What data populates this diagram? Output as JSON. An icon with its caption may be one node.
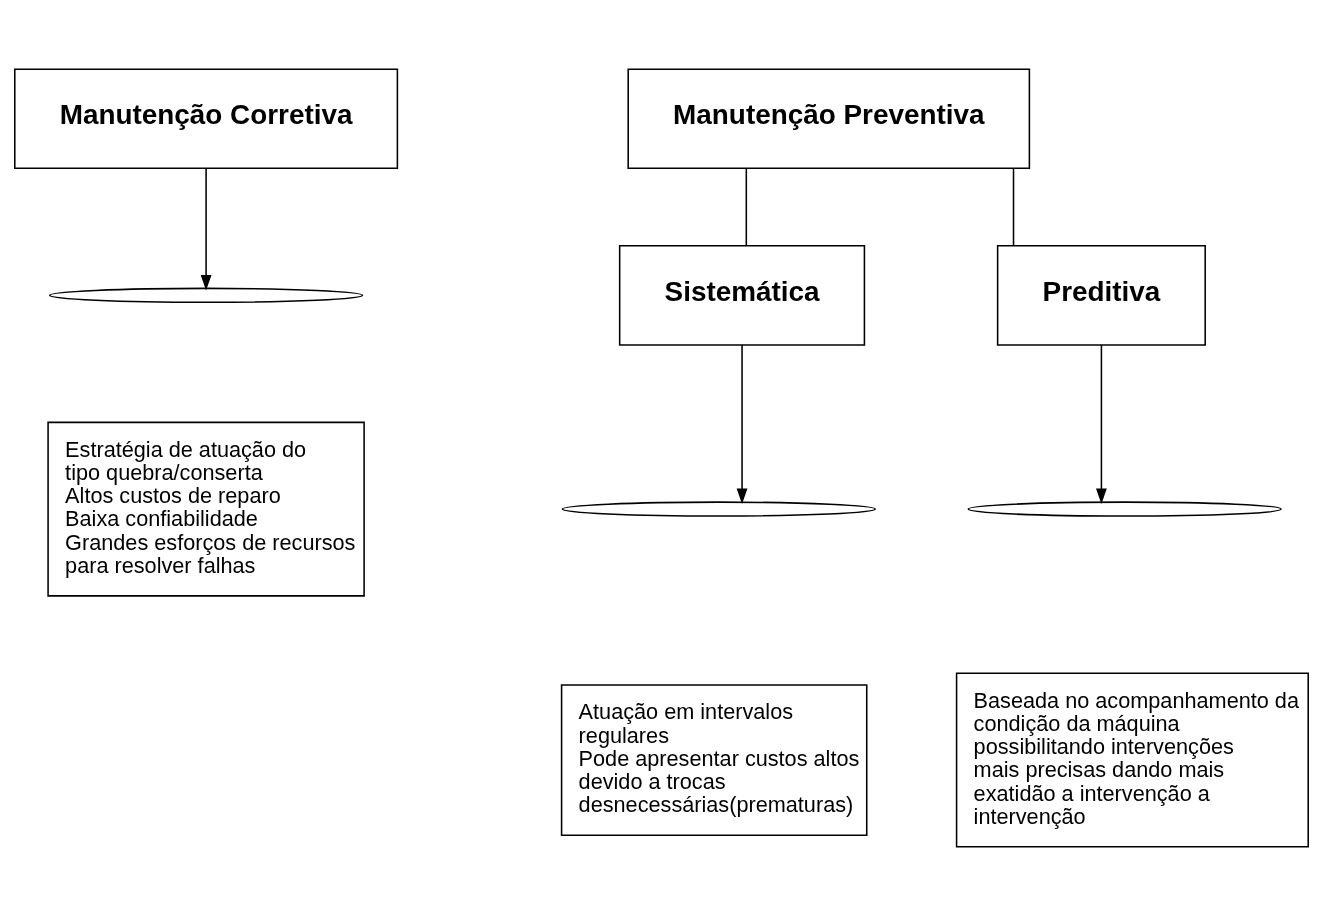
{
  "diagram": {
    "nodes": [
      {
        "text": [
          "Manutenção Corretiva"
        ]
      },
      {
        "text": [],
        "shape": "brace"
      },
      {
        "text": [
          "Estratégia de atuação do tipo quebra/conserta",
          "Altos custos de reparo",
          "Baixa confiabilidade",
          "Grandes esforços de recursos para resolver falhas"
        ]
      },
      {
        "text": [
          "Manutenção Preventiva"
        ]
      },
      {
        "text": [
          "Sistemática"
        ]
      },
      {
        "text": [
          "Preditiva"
        ]
      },
      {
        "text": [],
        "shape": "brace"
      },
      {
        "text": [],
        "shape": "brace"
      },
      {
        "text": [
          "Atuação em intervalos regulares",
          "Pode apresentar custos altos devido a trocas desnecessárias(prematuras)"
        ]
      },
      {
        "text": [
          "Baseada no acompanhamento da condição da máquina possibilitando intervenções mais precisas dando mais exatidão a intervenção a intervenção"
        ]
      }
    ],
    "edges": [
      {
        "from": 0,
        "to": 1,
        "arrow": "to"
      },
      {
        "from": 3,
        "to": 4,
        "arrow": "none"
      },
      {
        "from": 3,
        "to": 5,
        "arrow": "none"
      },
      {
        "from": 4,
        "to": 6,
        "arrow": "to"
      },
      {
        "from": 5,
        "to": 7,
        "arrow": "to"
      }
    ]
  }
}
